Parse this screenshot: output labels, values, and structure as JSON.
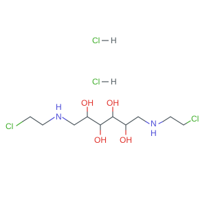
{
  "salt": {
    "hcl_top": {
      "cl": "Cl",
      "h": "H"
    },
    "hcl_bottom": {
      "cl": "Cl",
      "h": "H"
    }
  },
  "molecule": {
    "left_cl": "Cl",
    "left_nh": "H",
    "left_n": "N",
    "oh_1": "OH",
    "oh_2": "OH",
    "oh_3": "OH",
    "oh_4": "OH",
    "right_nh": "H",
    "right_n": "N",
    "right_cl": "Cl"
  },
  "colors": {
    "chlorine": "#3fae2a",
    "nitrogen": "#4a4ad8",
    "oxygen": "#e0302a",
    "carbon_bond": "#505a60",
    "hydrogen_text": "#505a60"
  }
}
